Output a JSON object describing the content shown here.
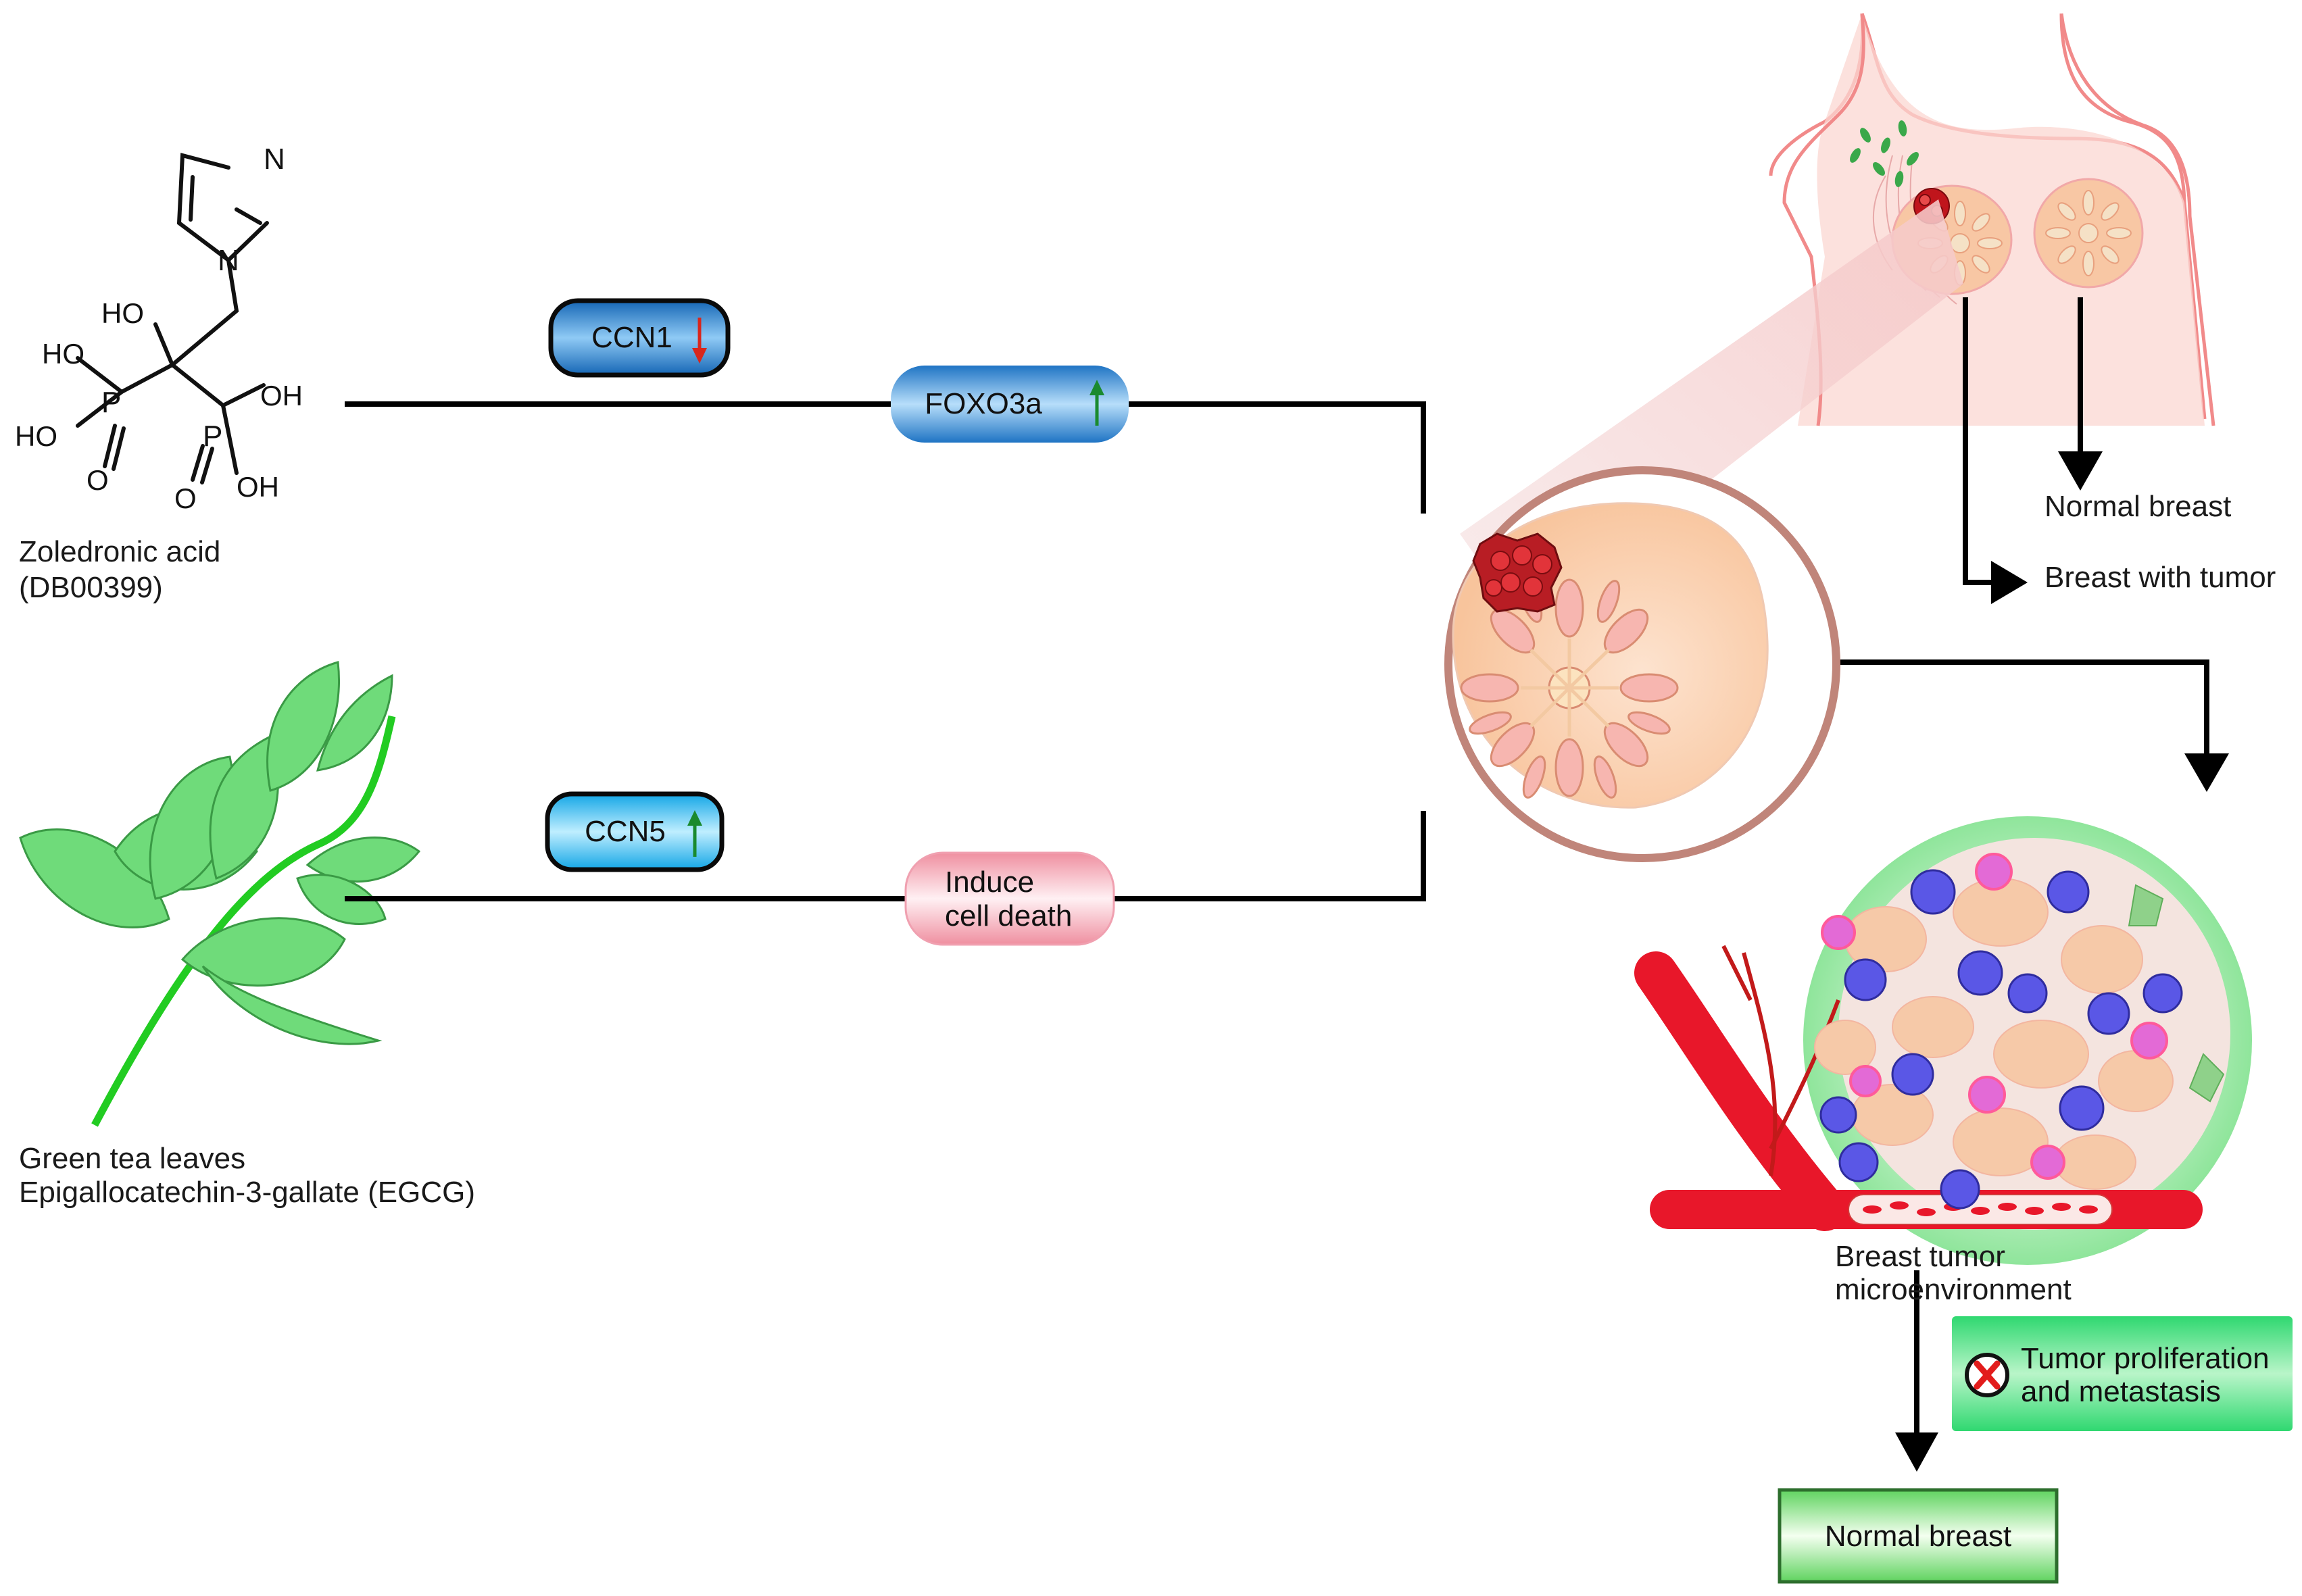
{
  "drug1": {
    "name": "Zoledronic acid",
    "id": "(DB00399)",
    "atoms": {
      "n_ring": "N",
      "n_link": "N",
      "ho_top": "HO",
      "ho_left": "HO",
      "ho_left2": "HO",
      "oh_right": "OH",
      "oh_bottom": "OH",
      "p_left": "P",
      "p_right": "P",
      "o_left": "O",
      "o_right": "O"
    }
  },
  "drug2": {
    "name": "Green tea leaves",
    "compound": "Epigallocatechin-3-gallate (EGCG)"
  },
  "pathway1": {
    "ccn": {
      "label": "CCN1",
      "direction": "down"
    },
    "foxo": {
      "label": "FOXO3a",
      "direction": "up"
    }
  },
  "pathway2": {
    "ccn": {
      "label": "CCN5",
      "direction": "up"
    },
    "death": {
      "line1": "Induce",
      "line2": "cell death"
    }
  },
  "anatomy": {
    "normal_label": "Normal breast",
    "tumor_label": "Breast with tumor"
  },
  "tme": {
    "line1": "Breast tumor",
    "line2": "microenvironment"
  },
  "inhibited": {
    "line1": "Tumor proliferation",
    "line2": "and metastasis"
  },
  "outcome": "Normal breast",
  "colors": {
    "ccn1_fill": "#2c8fd6",
    "ccn5_fill": "#3cc3f0",
    "foxo_fill": "#2e86d0",
    "death_fill": "#f7b8c4",
    "leaf": "#6fdb7a",
    "tumor_red": "#b81d24",
    "vessel_red": "#e8172a",
    "skin": "#fbd7d2",
    "outcome_green": "#7fe07f",
    "down_arrow": "#d9261c",
    "up_arrow": "#1a8a2e"
  }
}
